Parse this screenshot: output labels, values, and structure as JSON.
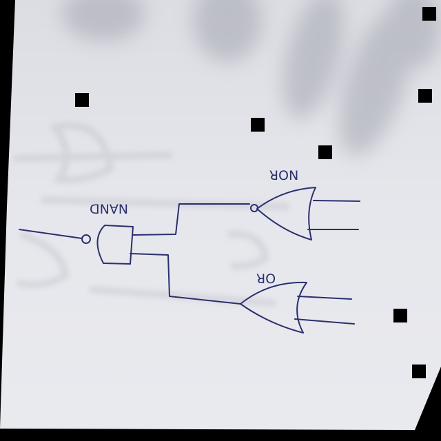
{
  "diagram": {
    "gate_labels": {
      "nand": "NAND",
      "nor": "NOR",
      "or": "OR"
    },
    "label_orientation": "upside-down",
    "colors": {
      "ink": "#2a2f6e",
      "paper": "#e4e5ea",
      "background": "#000000",
      "marker": "#000000",
      "shadow": "#a9abb5"
    }
  }
}
